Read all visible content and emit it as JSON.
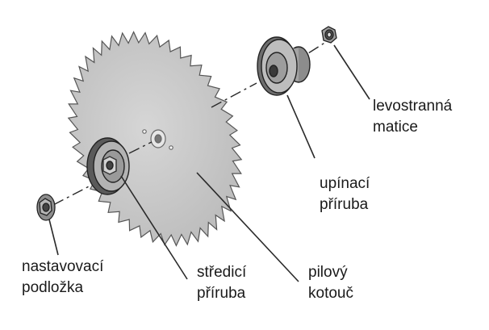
{
  "labels": {
    "lock_nut": {
      "line1": "levostranná",
      "line2": "matice"
    },
    "clamping_flange": {
      "line1": "upínací",
      "line2": "příruba"
    },
    "adjusting_washer": {
      "line1": "nastavovací",
      "line2": "podložka"
    },
    "centering_flange": {
      "line1": "středicí",
      "line2": "příruba"
    },
    "saw_blade": {
      "line1": "pilový",
      "line2": "kotouč"
    }
  },
  "colors": {
    "blade": "#c8c8c8",
    "blade_edge": "#555555",
    "line": "#2a2a2a",
    "hardware": "#a9a9a9",
    "text": "#1a1a1a"
  }
}
